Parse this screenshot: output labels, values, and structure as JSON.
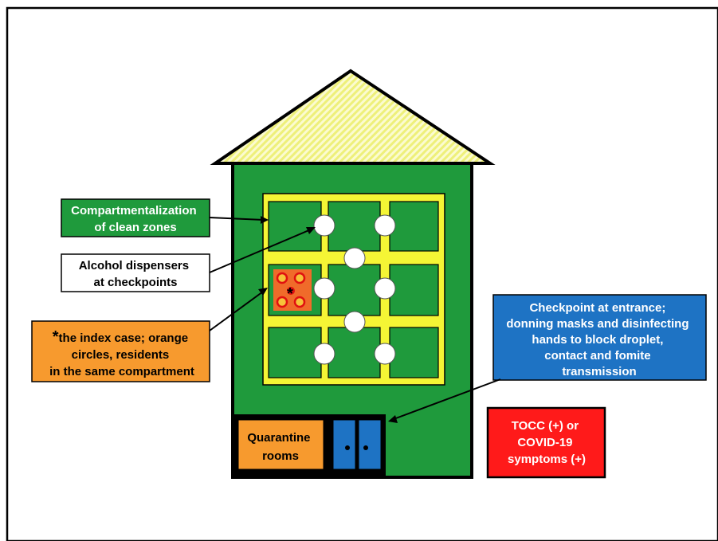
{
  "labels": {
    "compartment": [
      "Compartmentalization",
      "of clean zones"
    ],
    "alcohol": [
      "Alcohol dispensers",
      "at checkpoints"
    ],
    "index_star": "*",
    "index": [
      "the index case; orange",
      "circles, residents",
      "in the same compartment"
    ],
    "checkpoint": [
      "Checkpoint at entrance;",
      "donning masks and disinfecting",
      "hands to block droplet,",
      "contact and fomite",
      "transmission"
    ],
    "tocc": [
      "TOCC (+) or",
      "COVID-19",
      "symptoms (+)"
    ],
    "quarantine": [
      "Quarantine",
      "rooms"
    ],
    "index_mark": "*"
  },
  "colors": {
    "building_green": "#1f9a3c",
    "corridor_yellow": "#f5f535",
    "roof_stripe": "#eef07a",
    "orange": "#f79a2e",
    "blue": "#1e73c4",
    "red": "#ff1a1a",
    "outline": "#000000"
  }
}
